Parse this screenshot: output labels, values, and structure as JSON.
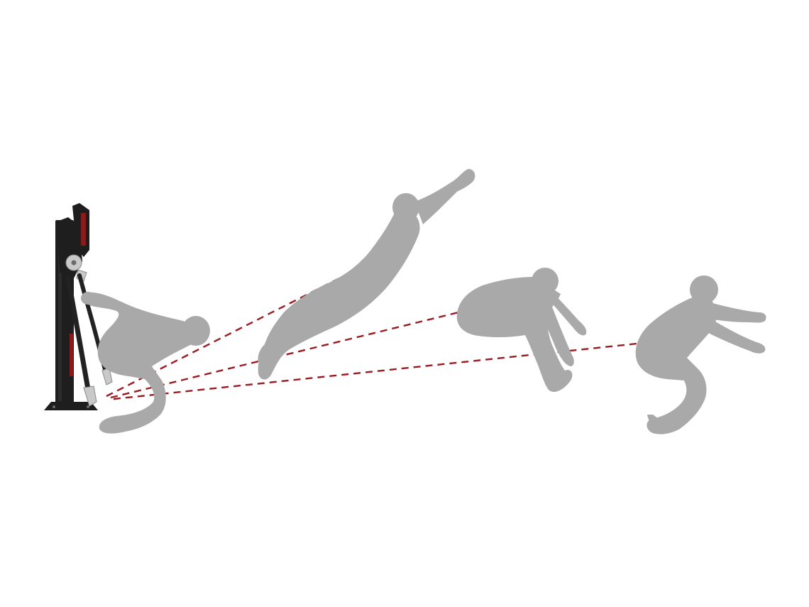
{
  "illustration": {
    "background_color": "#ffffff",
    "silhouette_color": "#a9a9a9",
    "tether_color": "#9b1b22",
    "machine_color": "#1e1e1e",
    "machine_accent_color": "#8b1a1a",
    "figures": [
      {
        "pose": "crouch-start"
      },
      {
        "pose": "dive-extended"
      },
      {
        "pose": "tuck-airborne"
      },
      {
        "pose": "squat-landing"
      }
    ],
    "tethers_count": 3
  }
}
